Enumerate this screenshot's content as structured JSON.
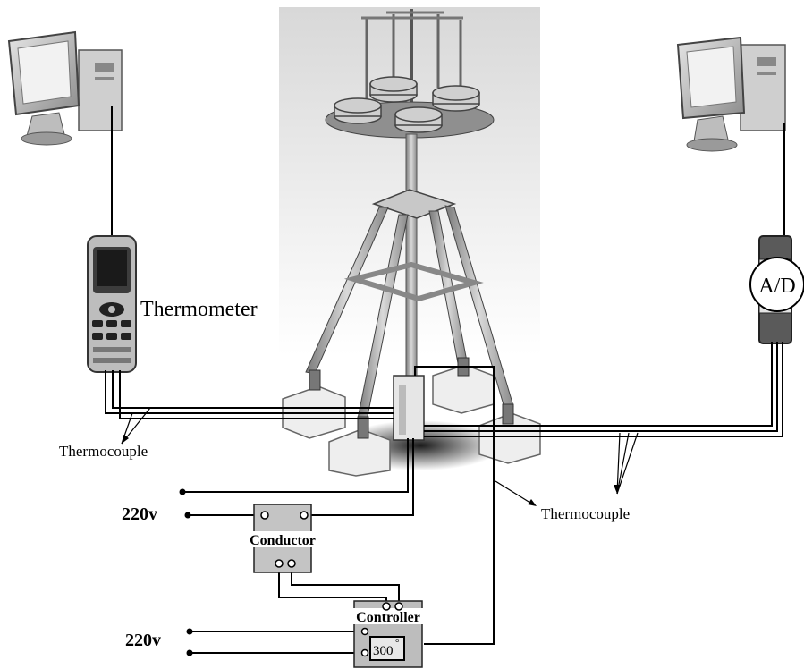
{
  "labels": {
    "thermometer": "Thermometer",
    "thermocouple_left": "Thermocouple",
    "thermocouple_right": "Thermocouple",
    "ad_converter": "A/D",
    "conductor": "Conductor",
    "controller": "Controller",
    "controller_display": "300",
    "controller_display_unit": "°",
    "voltage_top": "220v",
    "voltage_bottom": "220v"
  },
  "colors": {
    "wire": "#000000",
    "device_body": "#b9b9b9",
    "device_dark": "#5a5a5a",
    "background": "#ffffff"
  },
  "icons": [
    "desktop-computer-icon",
    "handheld-thermometer-icon",
    "ad-converter-icon",
    "rotor-test-rig-icon"
  ]
}
